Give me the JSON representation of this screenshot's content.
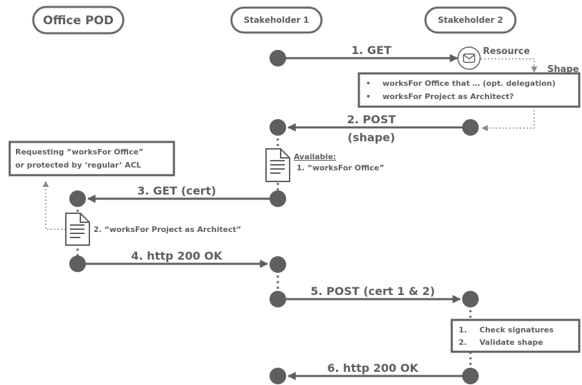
{
  "lanes": {
    "office_pod": "Office POD",
    "stakeholder_1": "Stakeholder 1",
    "stakeholder_2": "Stakeholder 2"
  },
  "messages": {
    "m1": "1. GET",
    "m2_line1": "2. POST",
    "m2_line2": "(shape)",
    "m3": "3. GET (cert)",
    "m4": "4. http 200 OK",
    "m5": "5. POST (cert 1 & 2)",
    "m6": "6. http 200 OK"
  },
  "labels": {
    "resource": "Resource",
    "shape": "Shape",
    "available_header": "Available:",
    "available_item": "1. “worksFor Office”",
    "cert_item": "2. “worksFor Project as Architect”"
  },
  "shape_box": {
    "items": [
      "worksFor Office that … (opt. delegation)",
      "worksFor Project as Architect?"
    ]
  },
  "request_box": {
    "line1": "Requesting “worksFor Office”",
    "line2": "or protected by ‘regular’ ACL"
  },
  "check_box": {
    "item1_num": "1.",
    "item1": "Check signatures",
    "item2_num": "2.",
    "item2": "Validate shape"
  },
  "colors": {
    "main": "#5f5f5f",
    "light": "#8a8a8a",
    "background": "#ffffff"
  },
  "icons": [
    "envelope-icon",
    "document-icon"
  ]
}
